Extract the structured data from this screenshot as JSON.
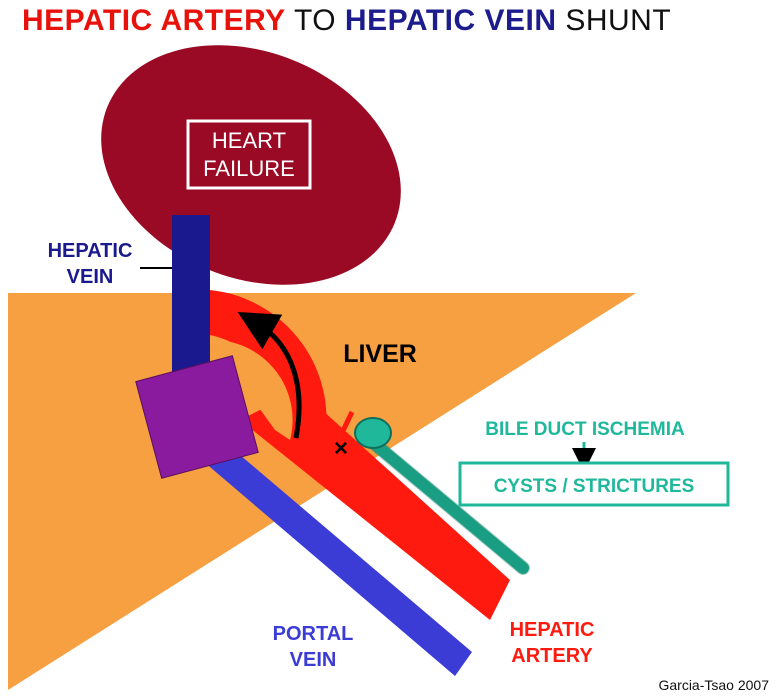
{
  "title": {
    "part1": "HEPATIC ARTERY",
    "part2": " TO ",
    "part3": "HEPATIC VEIN",
    "part4": " SHUNT"
  },
  "heart": {
    "label_line1": "HEART",
    "label_line2": "FAILURE",
    "color": "#9b0a24"
  },
  "liver": {
    "label": "LIVER",
    "color": "#f7a041"
  },
  "hepatic_vein": {
    "line1": "HEPATIC",
    "line2": "VEIN",
    "color": "#1a1a8e"
  },
  "portal_vein": {
    "line1": "PORTAL",
    "line2": "VEIN",
    "color": "#3b3bd6"
  },
  "hepatic_artery": {
    "line1": "HEPATIC",
    "line2": "ARTERY",
    "color": "#ff1a0f"
  },
  "bile_duct": {
    "ischemia_label": "BILE DUCT ISCHEMIA",
    "result_label": "CYSTS / STRICTURES",
    "color": "#1fb89a"
  },
  "junction": {
    "color": "#8a1a9e"
  },
  "credit": "Garcia-Tsao 2007"
}
